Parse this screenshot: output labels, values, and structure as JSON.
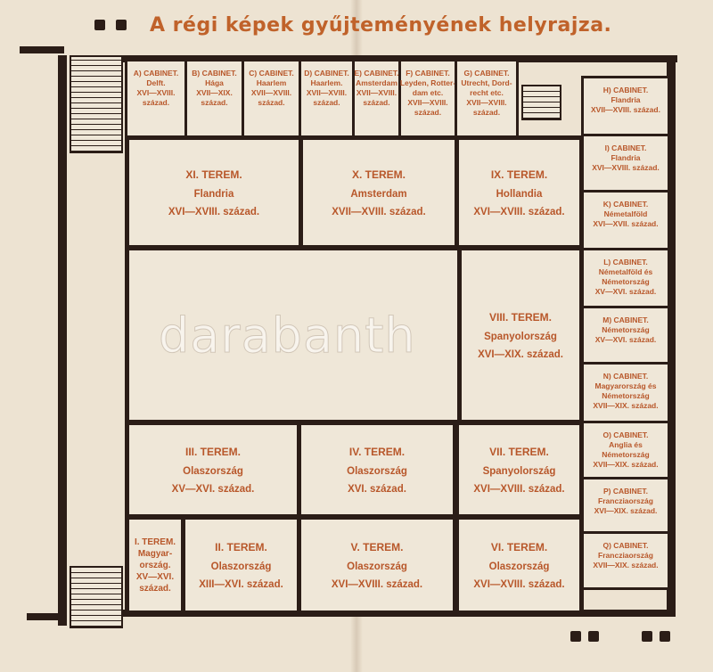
{
  "title": "A régi képek gyűjteményének helyrajza.",
  "watermark": "darabanth",
  "colors": {
    "text": "#b8572a",
    "wall": "#2b1d17",
    "paper": "#ede3d2"
  },
  "cabinets_top": [
    {
      "label": "A) CABINET.",
      "lines": [
        "Delft.",
        "XVI—XVIII.",
        "század."
      ]
    },
    {
      "label": "B) CABINET.",
      "lines": [
        "Hága",
        "XVII—XIX.",
        "század."
      ]
    },
    {
      "label": "C) CABINET.",
      "lines": [
        "Haarlem",
        "XVII—XVIII.",
        "század."
      ]
    },
    {
      "label": "D) CABINET.",
      "lines": [
        "Haarlem.",
        "XVII—XVIII.",
        "század."
      ]
    },
    {
      "label": "E) CABINET.",
      "lines": [
        "Amsterdam",
        "XVII—XVIII.",
        "század."
      ]
    },
    {
      "label": "F) CABINET.",
      "lines": [
        "Leyden, Rotter-",
        "dam etc.",
        "XVII—XVIII.",
        "század."
      ]
    },
    {
      "label": "G) CABINET.",
      "lines": [
        "Utrecht, Dord-",
        "recht etc.",
        "XVII—XVIII.",
        "század."
      ]
    }
  ],
  "cabinets_right": [
    {
      "label": "H) CABINET.",
      "lines": [
        "Flandria",
        "XVII—XVIII. század."
      ]
    },
    {
      "label": "I) CABINET.",
      "lines": [
        "Flandria",
        "XVI—XVIII. század."
      ]
    },
    {
      "label": "K) CABINET.",
      "lines": [
        "Németalföld",
        "XVI—XVII. század."
      ]
    },
    {
      "label": "L) CABINET.",
      "lines": [
        "Németalföld és",
        "Németország",
        "XV—XVI. század."
      ]
    },
    {
      "label": "M) CABINET.",
      "lines": [
        "Németország",
        "XV—XVI. század."
      ]
    },
    {
      "label": "N) CABINET.",
      "lines": [
        "Magyarország és",
        "Németország",
        "XVII—XIX. század."
      ]
    },
    {
      "label": "O) CABINET.",
      "lines": [
        "Anglia és",
        "Németország",
        "XVII—XIX. század."
      ]
    },
    {
      "label": "P) CABINET.",
      "lines": [
        "Francziaország",
        "XVI—XIX. század."
      ]
    },
    {
      "label": "Q) CABINET.",
      "lines": [
        "Francziaország",
        "XVII—XIX. század."
      ]
    }
  ],
  "rooms": [
    {
      "label": "XI. TEREM.",
      "lines": [
        "Flandria",
        "XVI—XVIII. század."
      ]
    },
    {
      "label": "X. TEREM.",
      "lines": [
        "Amsterdam",
        "XVII—XVIII. század."
      ]
    },
    {
      "label": "IX. TEREM.",
      "lines": [
        "Hollandia",
        "XVI—XVIII. század."
      ]
    },
    {
      "label": "VIII. TEREM.",
      "lines": [
        "Spanyolország",
        "XVI—XIX. század."
      ]
    },
    {
      "label": "III. TEREM.",
      "lines": [
        "Olaszország",
        "XV—XVI. század."
      ]
    },
    {
      "label": "IV. TEREM.",
      "lines": [
        "Olaszország",
        "XVI. század."
      ]
    },
    {
      "label": "VII. TEREM.",
      "lines": [
        "Spanyolország",
        "XVI—XVIII. század."
      ]
    },
    {
      "label": "I. TEREM.",
      "lines": [
        "Magyar-",
        "ország.",
        "XV—XVI.",
        "század."
      ]
    },
    {
      "label": "II. TEREM.",
      "lines": [
        "Olaszország",
        "XIII—XVI. század."
      ]
    },
    {
      "label": "V. TEREM.",
      "lines": [
        "Olaszország",
        "XVI—XVIII. század."
      ]
    },
    {
      "label": "VI. TEREM.",
      "lines": [
        "Olaszország",
        "XVI—XVIII. század."
      ]
    }
  ]
}
